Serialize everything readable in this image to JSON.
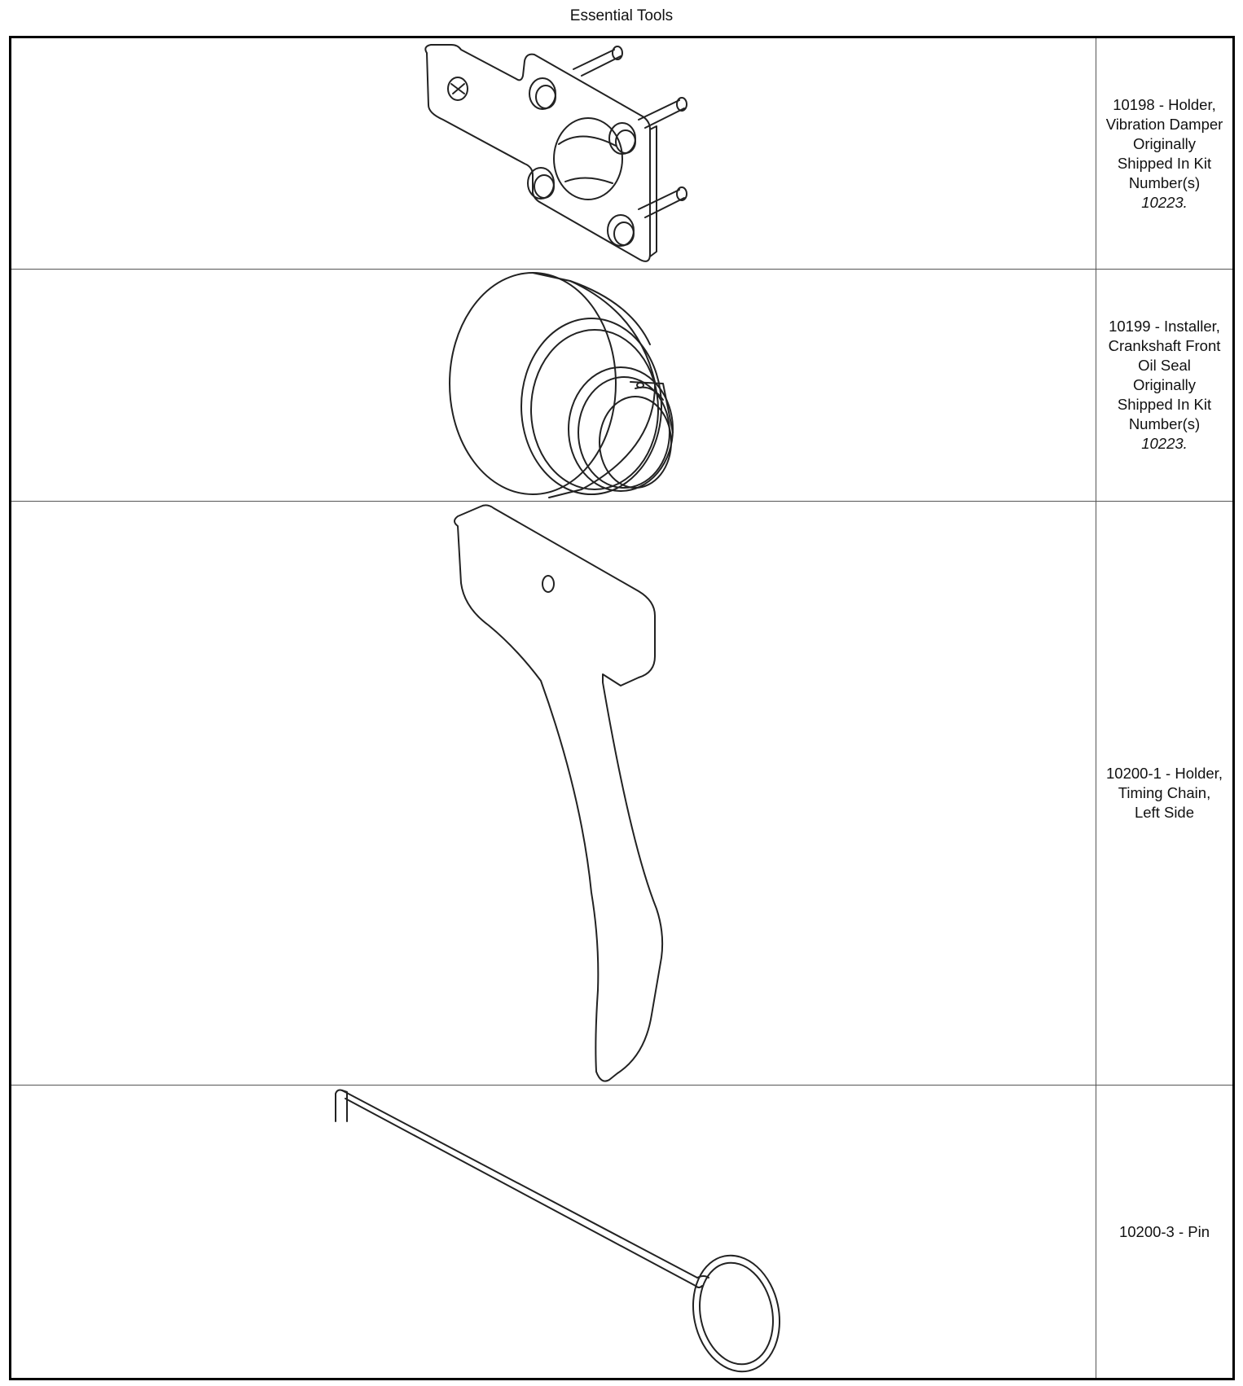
{
  "title": "Essential Tools",
  "tools": [
    {
      "id": "10198",
      "description_lines": [
        "10198 - Holder,",
        "Vibration Damper",
        "Originally",
        "Shipped In Kit",
        "Number(s)"
      ],
      "kit": "10223.",
      "illustration": "vibration-damper-holder"
    },
    {
      "id": "10199",
      "description_lines": [
        "10199 - Installer,",
        "Crankshaft Front",
        "Oil Seal",
        "Originally",
        "Shipped In Kit",
        "Number(s)"
      ],
      "kit": "10223.",
      "illustration": "oil-seal-installer"
    },
    {
      "id": "10200-1",
      "description_lines": [
        "10200-1 - Holder,",
        "Timing Chain,",
        "Left Side"
      ],
      "kit": "",
      "illustration": "timing-chain-holder"
    },
    {
      "id": "10200-3",
      "description_lines": [
        "10200-3 - Pin"
      ],
      "kit": "",
      "illustration": "pin"
    }
  ]
}
